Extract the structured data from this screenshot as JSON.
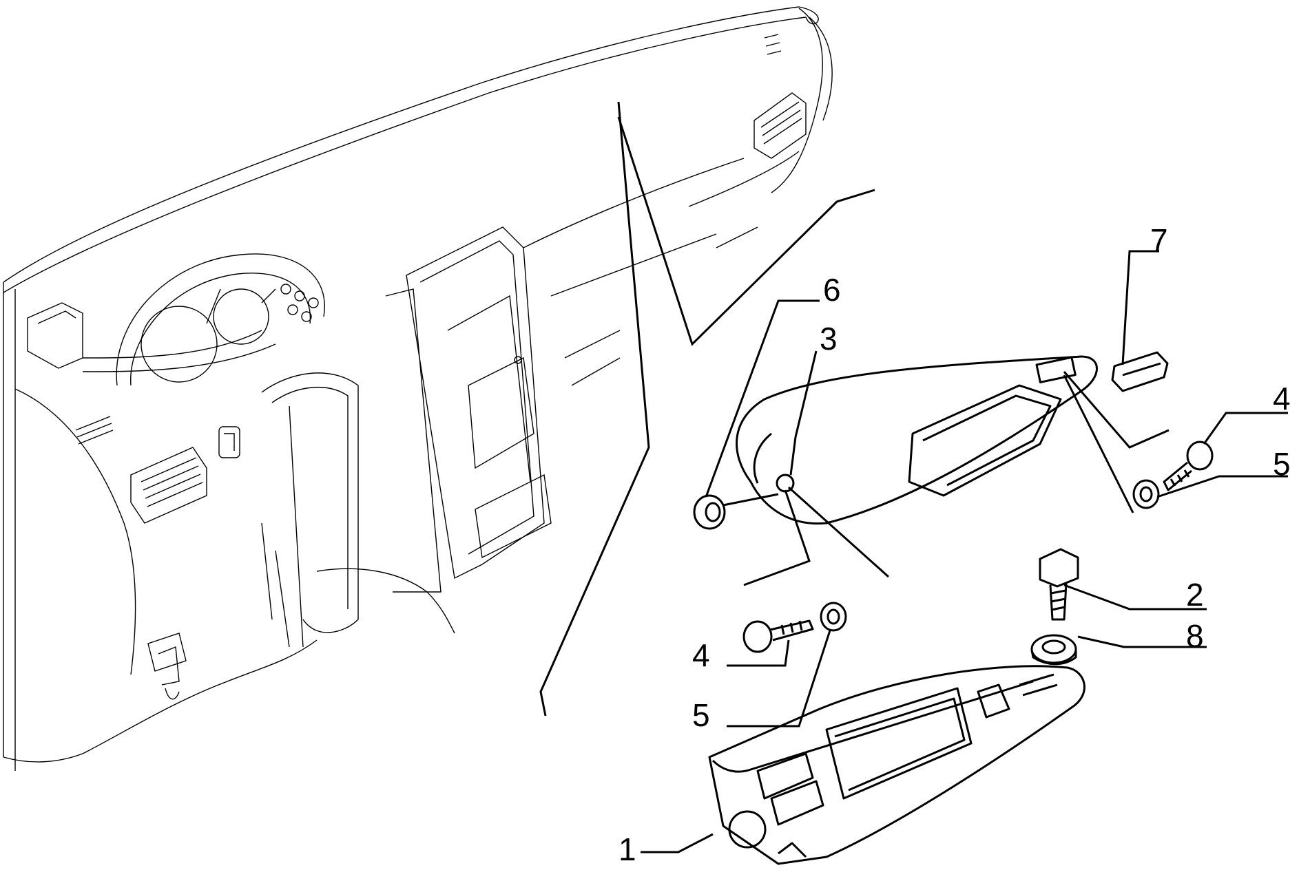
{
  "callouts": [
    {
      "id": "1",
      "label": "1"
    },
    {
      "id": "2",
      "label": "2"
    },
    {
      "id": "3",
      "label": "3"
    },
    {
      "id": "4a",
      "label": "4"
    },
    {
      "id": "4b",
      "label": "4"
    },
    {
      "id": "5a",
      "label": "5"
    },
    {
      "id": "5b",
      "label": "5"
    },
    {
      "id": "6",
      "label": "6"
    },
    {
      "id": "7",
      "label": "7"
    },
    {
      "id": "8",
      "label": "8"
    }
  ]
}
